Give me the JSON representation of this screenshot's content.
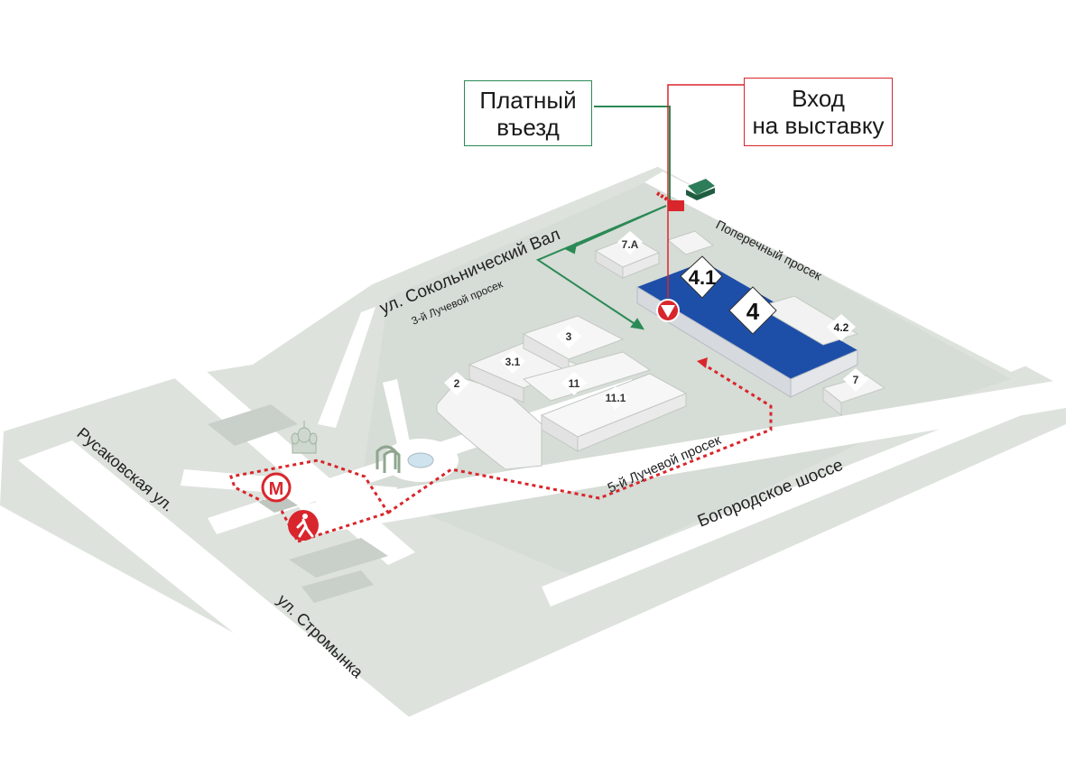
{
  "callouts": {
    "paid_entry": {
      "line1": "Платный",
      "line2": "въезд"
    },
    "exhibition_entry": {
      "line1": "Вход",
      "line2": "на выставку"
    }
  },
  "streets": {
    "sokolnichesky_val": "ул. Сокольнический Вал",
    "luchevoy_3": "3-й Лучевой просек",
    "poperechny": "Поперечный просек",
    "luchevoy_5": "5-й Лучевой просек",
    "bogorodskoe": "Богородское шоссе",
    "rusakovskaya": "Русаковская ул.",
    "stromynka": "ул. Стромынка"
  },
  "pavilions": {
    "p7a": "7.А",
    "p41": "4.1",
    "p4": "4",
    "p42": "4.2",
    "p7": "7",
    "p3": "3",
    "p31": "3.1",
    "p11": "11",
    "p111": "11.1",
    "p2": "2"
  },
  "icons": [
    "metro-icon",
    "pedestrian-icon",
    "church-icon",
    "arch-icon",
    "car-icon",
    "entrance-marker-icon"
  ],
  "colors": {
    "ground": "#d8ddd8",
    "road": "#ffffff",
    "building": "#eeeeee",
    "highlight": "#1e4fa8",
    "route": "#d8262c",
    "paid_route": "#2a8a55"
  }
}
